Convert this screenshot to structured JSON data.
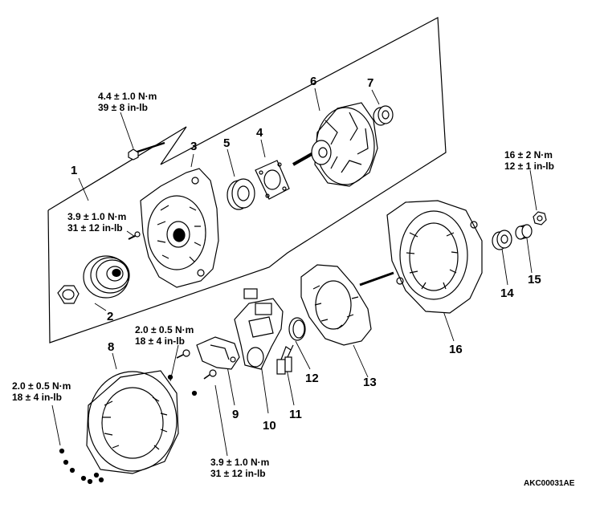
{
  "diagram": {
    "code": "AKC00031AE",
    "parts": [
      {
        "id": "1",
        "label": "1"
      },
      {
        "id": "2",
        "label": "2"
      },
      {
        "id": "3",
        "label": "3"
      },
      {
        "id": "4",
        "label": "4"
      },
      {
        "id": "5",
        "label": "5"
      },
      {
        "id": "6",
        "label": "6"
      },
      {
        "id": "7",
        "label": "7"
      },
      {
        "id": "8",
        "label": "8"
      },
      {
        "id": "9",
        "label": "9"
      },
      {
        "id": "10",
        "label": "10"
      },
      {
        "id": "11",
        "label": "11"
      },
      {
        "id": "12",
        "label": "12"
      },
      {
        "id": "13",
        "label": "13"
      },
      {
        "id": "14",
        "label": "14"
      },
      {
        "id": "15",
        "label": "15"
      },
      {
        "id": "16",
        "label": "16"
      }
    ],
    "torques": {
      "through_bolt": {
        "nm": "4.4 ± 1.0 N·m",
        "inlb": "39 ± 8 in-lb"
      },
      "front_bolt": {
        "nm": "3.9 ± 1.0 N·m",
        "inlb": "31 ± 12 in-lb"
      },
      "regulator_screw": {
        "nm": "2.0 ± 0.5 N·m",
        "inlb": "18 ± 4 in-lb"
      },
      "stator_screw": {
        "nm": "2.0 ± 0.5 N·m",
        "inlb": "18 ± 4 in-lb"
      },
      "terminal_nut": {
        "nm": "16 ± 2 N·m",
        "inlb": "12 ± 1 in-lb"
      },
      "bottom_bolt": {
        "nm": "3.9 ± 1.0 N·m",
        "inlb": "31 ± 12 in-lb"
      }
    }
  }
}
